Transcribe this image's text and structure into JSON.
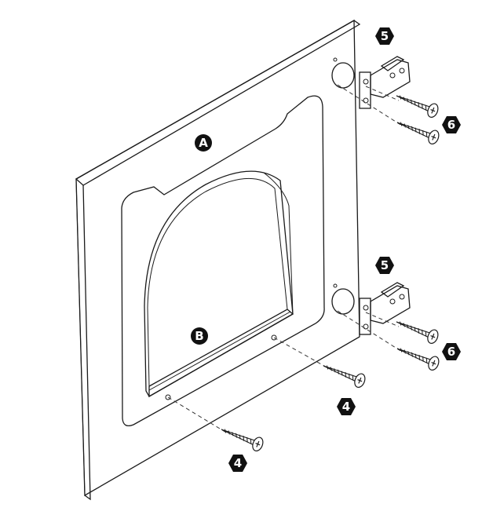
{
  "labels": {
    "door_panel": "A",
    "window_opening": "B",
    "top_hinge": "5",
    "bottom_hinge": "5",
    "top_hinge_screws": "6",
    "bottom_hinge_screws": "6",
    "right_panel_screw": "4",
    "left_panel_screw": "4"
  },
  "colors": {
    "line": "#1a1a1a",
    "badge_fill": "#111111",
    "badge_text": "#ffffff",
    "background": "#ffffff"
  },
  "icons": {
    "hinge": "cabinet-hinge-icon",
    "screw": "wood-screw-icon"
  }
}
